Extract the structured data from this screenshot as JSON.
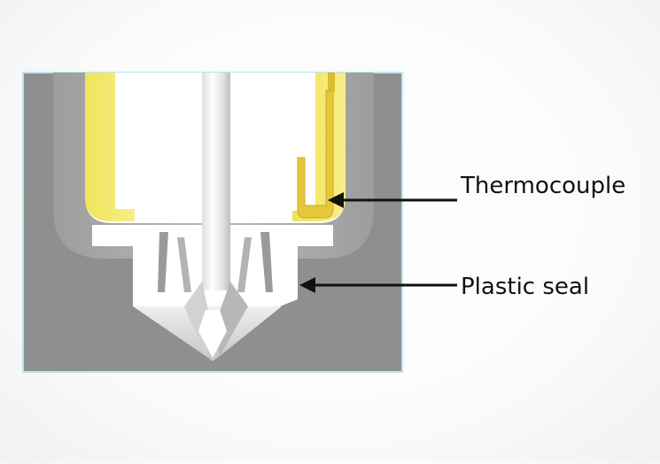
{
  "diagram": {
    "callouts": [
      {
        "id": "thermocouple",
        "label": "Thermocouple"
      },
      {
        "id": "plastic-seal",
        "label": "Plastic seal"
      }
    ],
    "colors": {
      "background": "#f7f7f7",
      "housing_gray": "#8f8f8f",
      "housing_border": "#bfe2ee",
      "wall_gray": "#a9a9a9",
      "insert_white": "#ffffff",
      "heater_yellow": "#f3e96a",
      "arrow": "#111111"
    }
  }
}
